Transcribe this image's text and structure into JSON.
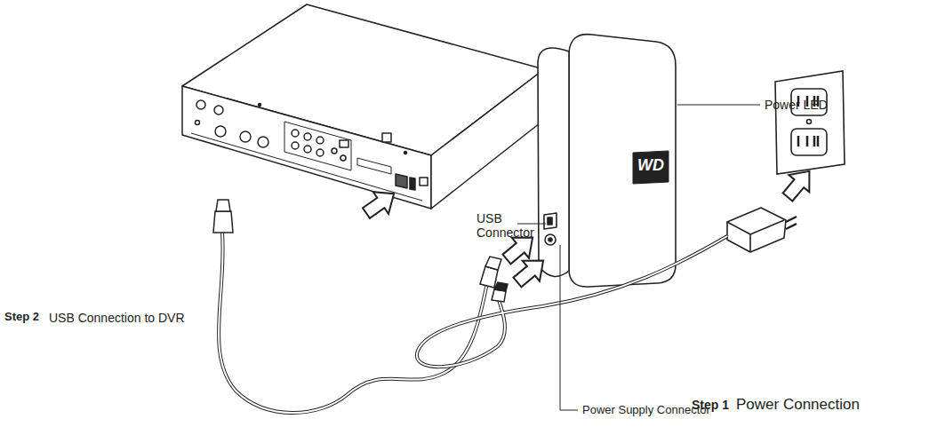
{
  "diagram": {
    "labels": [
      "Power LED",
      "USB Connector",
      "WD",
      "Step 2",
      "USB Connection to DVR",
      "Power Supply Connector",
      "Step 1",
      "Power Connection"
    ]
  }
}
